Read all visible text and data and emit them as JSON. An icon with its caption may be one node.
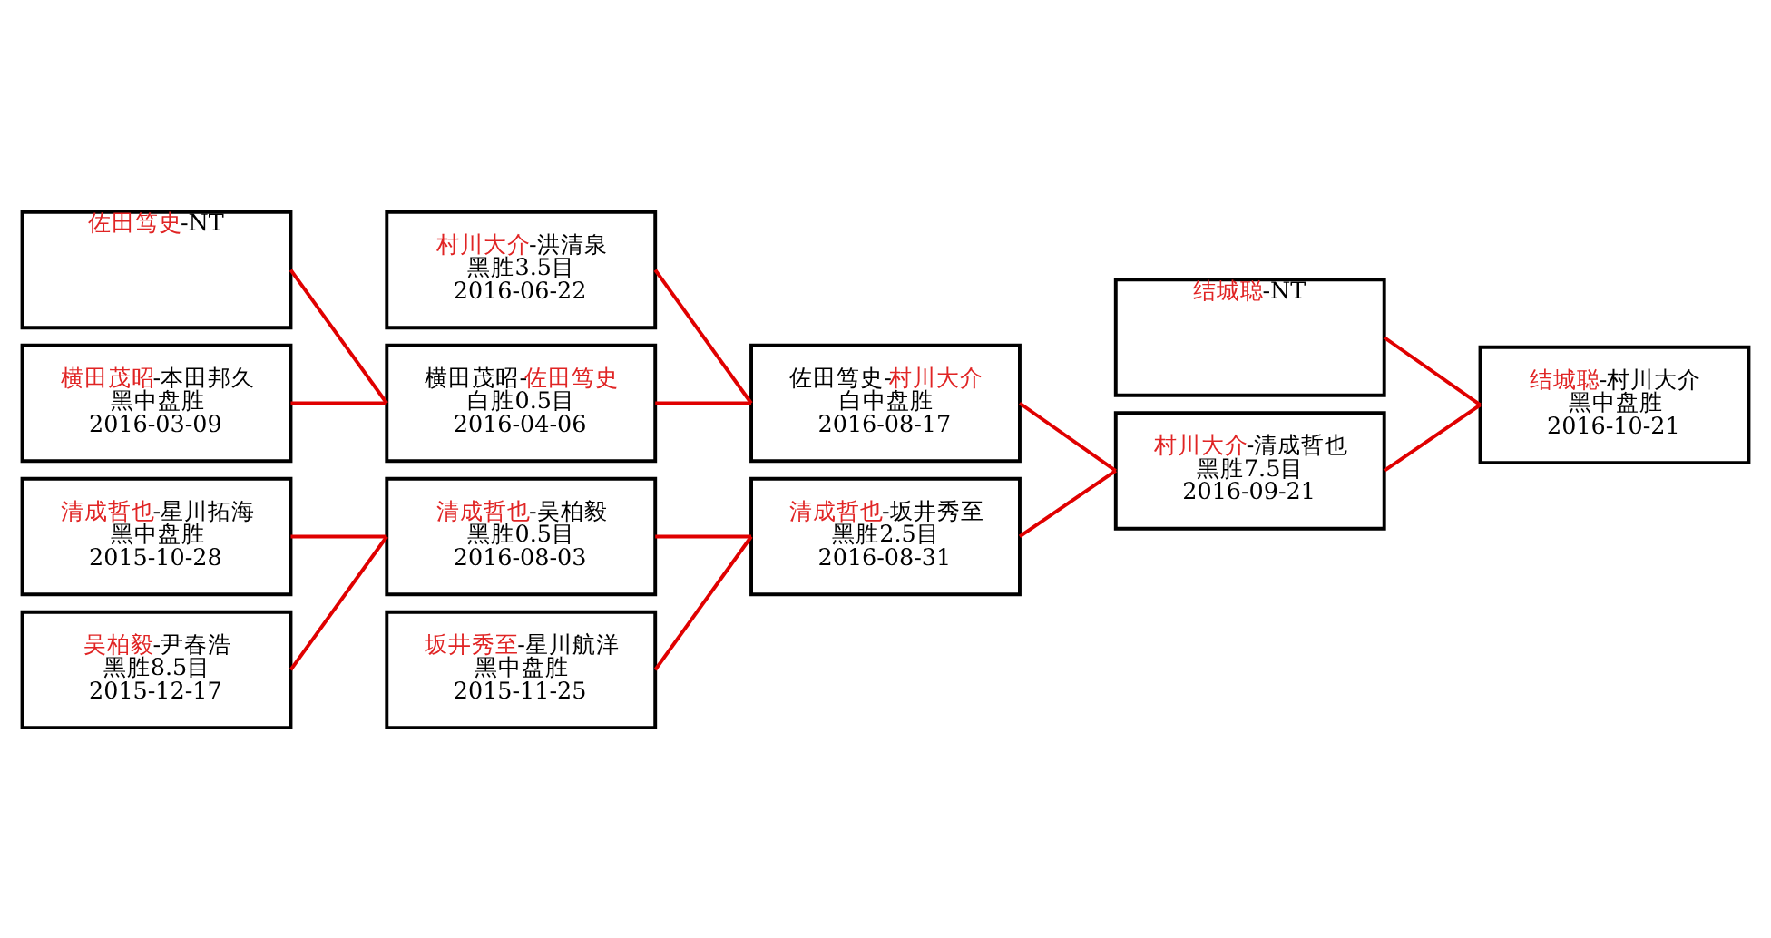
{
  "diagram": {
    "nodes": [
      {
        "text": [
          "佐田笃史-NT"
        ]
      },
      {
        "text": [
          "横田茂昭-本田邦久",
          "黑中盘胜",
          "2016-03-09"
        ]
      },
      {
        "text": [
          "清成哲也-星川拓海",
          "黑中盘胜",
          "2015-10-28"
        ]
      },
      {
        "text": [
          "吴柏毅-尹春浩",
          "黑胜8.5目",
          "2015-12-17"
        ]
      },
      {
        "text": [
          "村川大介-洪清泉",
          "黑胜3.5目",
          "2016-06-22"
        ]
      },
      {
        "text": [
          "横田茂昭-佐田笃史",
          "白胜0.5目",
          "2016-04-06"
        ]
      },
      {
        "text": [
          "清成哲也-吴柏毅",
          "黑胜0.5目",
          "2016-08-03"
        ]
      },
      {
        "text": [
          "坂井秀至-星川航洋",
          "黑中盘胜",
          "2015-11-25"
        ]
      },
      {
        "text": [
          "佐田笃史-村川大介",
          "白中盘胜",
          "2016-08-17"
        ]
      },
      {
        "text": [
          "清成哲也-坂井秀至",
          "黑胜2.5目",
          "2016-08-31"
        ]
      },
      {
        "text": [
          "结城聪-NT"
        ]
      },
      {
        "text": [
          "村川大介-清成哲也",
          "黑胜7.5目",
          "2016-09-21"
        ]
      },
      {
        "text": [
          "结城聪-村川大介",
          "黑中盘胜",
          "2016-10-21"
        ]
      }
    ],
    "edges": [
      {
        "from": 0,
        "to": 5,
        "arrow": "none"
      },
      {
        "from": 1,
        "to": 5,
        "arrow": "none"
      },
      {
        "from": 2,
        "to": 6,
        "arrow": "none"
      },
      {
        "from": 3,
        "to": 6,
        "arrow": "none"
      },
      {
        "from": 4,
        "to": 8,
        "arrow": "none"
      },
      {
        "from": 5,
        "to": 8,
        "arrow": "none"
      },
      {
        "from": 6,
        "to": 9,
        "arrow": "none"
      },
      {
        "from": 7,
        "to": 9,
        "arrow": "none"
      },
      {
        "from": 8,
        "to": 11,
        "arrow": "none"
      },
      {
        "from": 9,
        "to": 11,
        "arrow": "none"
      },
      {
        "from": 10,
        "to": 12,
        "arrow": "none"
      },
      {
        "from": 11,
        "to": 12,
        "arrow": "none"
      }
    ]
  }
}
